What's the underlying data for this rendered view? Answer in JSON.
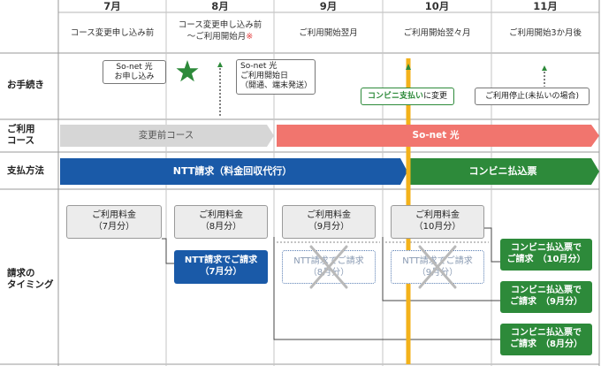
{
  "months": [
    "7月",
    "8月",
    "9月",
    "10月",
    "11月"
  ],
  "month_subs": [
    [
      "コース変更申し込み前"
    ],
    [
      "コース変更申し込み前",
      "～ご利用開始月"
    ],
    [
      "ご利用開始翌月"
    ],
    [
      "ご利用開始翌々月"
    ],
    [
      "ご利用開始3か月後"
    ]
  ],
  "asterisk": "※",
  "row_labels": {
    "procedure": "お手続き",
    "course": [
      "ご利用",
      "コース"
    ],
    "payment": "支払方法",
    "billing": [
      "請求の",
      "タイミング"
    ]
  },
  "procedure": {
    "apply_line1": "So-net 光",
    "apply_line2": "お申し込み",
    "start_lines": [
      "So-net 光",
      "ご利用開始日",
      "（開通、端末発送）"
    ],
    "change_highlight": "コンビニ支払い",
    "change_rest": "に変更",
    "stop": "ご利用停止(未払いの場合)"
  },
  "course": {
    "before": "変更前コース",
    "after": "So-net 光"
  },
  "payment": {
    "ntt": "NTT請求（料金回収代行）",
    "conv": "コンビニ払込票"
  },
  "fees": [
    [
      "ご利用料金",
      "（7月分）"
    ],
    [
      "ご利用料金",
      "（8月分）"
    ],
    [
      "ご利用料金",
      "（9月分）"
    ],
    [
      "ご利用料金",
      "（10月分）"
    ]
  ],
  "ntt_bills": [
    [
      "NTT請求でご請求",
      "（7月分）"
    ],
    [
      "NTT請求でご請求",
      "（8月分）"
    ],
    [
      "NTT請求でご請求",
      "（9月分）"
    ]
  ],
  "conv_bills": [
    [
      "コンビニ払込票で",
      "ご請求　（10月分）"
    ],
    [
      "コンビニ払込票で",
      "ご請求　（9月分）"
    ],
    [
      "コンビニ払込票で",
      "ご請求　（8月分）"
    ]
  ],
  "colors": {
    "grid": "#9a9a9a",
    "ntt_blue": "#1a5aa8",
    "conv_green": "#2d8a3a",
    "course_gray": "#d6d6d6",
    "course_pink": "#f1756e",
    "marker_orange": "#f3b21a",
    "cross": "#b9b9b9"
  }
}
